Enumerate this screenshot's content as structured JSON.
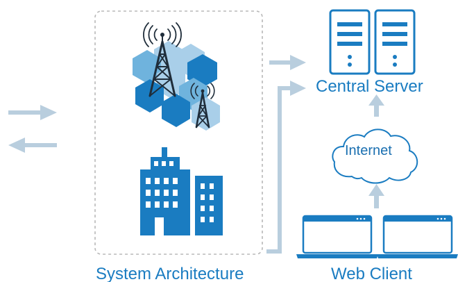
{
  "labels": {
    "central_server": "Central Server",
    "internet": "Internet",
    "system_architecture": "System Architecture",
    "web_client": "Web Client"
  },
  "colors": {
    "primary_blue": "#1a7cc1",
    "light_blue": "#6fb3dd",
    "pale_blue": "#a9cfe9",
    "arrow_gray": "#b9cede",
    "dash_gray": "#b8b8b8"
  }
}
